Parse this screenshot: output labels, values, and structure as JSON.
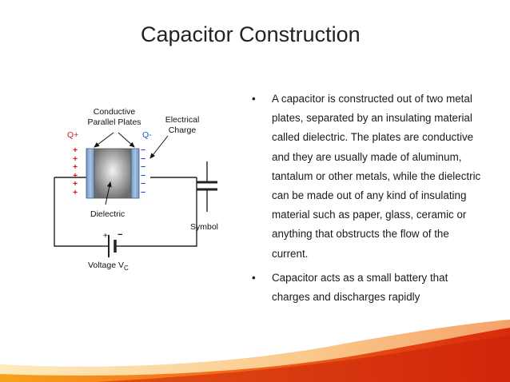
{
  "slide": {
    "title": "Capacitor Construction"
  },
  "diagram": {
    "conductive_plates_label_1": "Conductive",
    "conductive_plates_label_2": "Parallel Plates",
    "electrical_charge_label_1": "Electrical",
    "electrical_charge_label_2": "Charge",
    "q_plus": "Q+",
    "q_minus": "Q-",
    "dielectric_label": "Dielectric",
    "symbol_label": "Symbol",
    "voltage_label": "Voltage V",
    "voltage_subscript": "C",
    "battery_plus": "+",
    "battery_minus": "−",
    "plus_signs": [
      "+",
      "+",
      "+",
      "+",
      "+",
      "+"
    ],
    "minus_signs": [
      "−",
      "−",
      "−",
      "−",
      "−",
      "−"
    ]
  },
  "bullets": [
    {
      "mark": "•",
      "text": "A capacitor is constructed out of two metal plates, separated by an insulating material called dielectric.  The plates are conductive and they are usually made of aluminum, tantalum or other metals, while the dielectric can be made out of any kind of insulating material such as paper, glass, ceramic or anything that obstructs the flow of the current."
    },
    {
      "mark": "•",
      "text": "Capacitor acts as a small battery that charges and discharges rapidly"
    }
  ],
  "colors": {
    "accent_orange": "#f26a1b",
    "accent_red": "#e02c10",
    "plate_blue": "#8aaed6",
    "charge_red": "#d11a1a",
    "charge_blue": "#1a55c4"
  }
}
